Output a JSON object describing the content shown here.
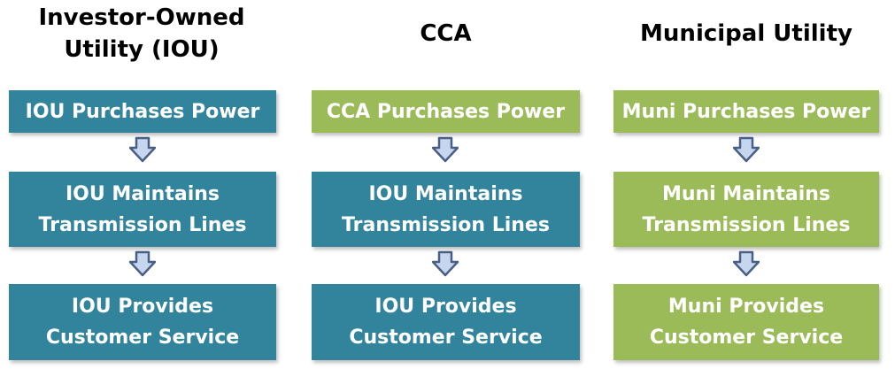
{
  "colors": {
    "teal": "#31849b",
    "green": "#9bbb59",
    "arrow_fill": "#c6d6ee",
    "arrow_stroke": "#4a5f85"
  },
  "columns": [
    {
      "title": "Investor-Owned\nUtility (IOU)",
      "steps": [
        {
          "label": "IOU Purchases Power",
          "color": "teal"
        },
        {
          "label": "IOU Maintains\nTransmission Lines",
          "color": "teal"
        },
        {
          "label": "IOU Provides\nCustomer Service",
          "color": "teal"
        }
      ]
    },
    {
      "title": "CCA",
      "steps": [
        {
          "label": "CCA Purchases Power",
          "color": "green"
        },
        {
          "label": "IOU Maintains\nTransmission Lines",
          "color": "teal"
        },
        {
          "label": "IOU Provides\nCustomer Service",
          "color": "teal"
        }
      ]
    },
    {
      "title": "Municipal Utility",
      "steps": [
        {
          "label": "Muni Purchases Power",
          "color": "green"
        },
        {
          "label": "Muni Maintains\nTransmission Lines",
          "color": "green"
        },
        {
          "label": "Muni Provides\nCustomer Service",
          "color": "green"
        }
      ]
    }
  ]
}
